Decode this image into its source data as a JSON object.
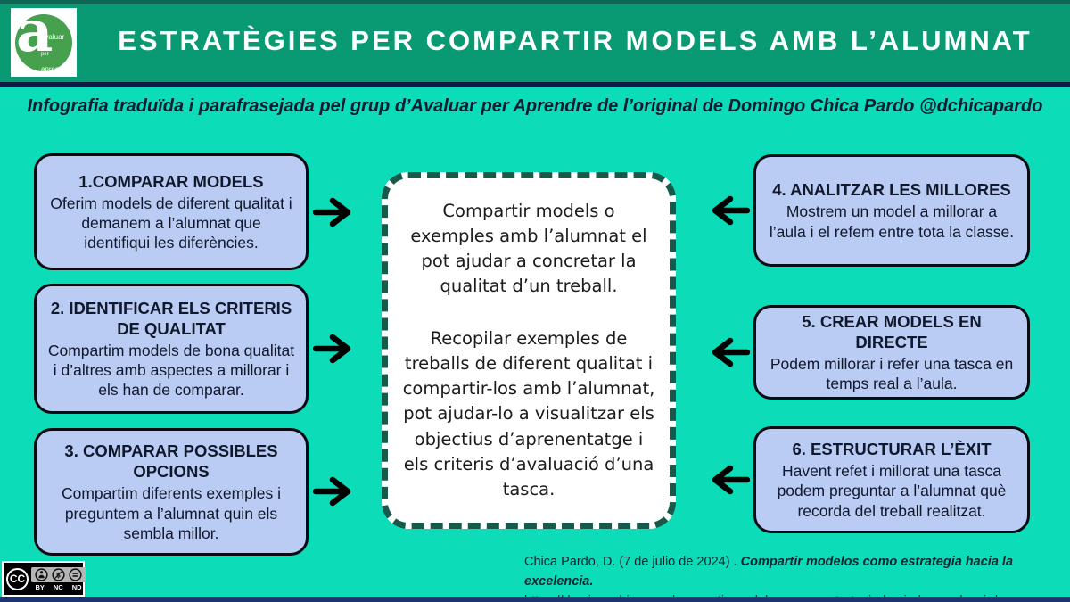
{
  "header": {
    "title": "ESTRATÈGIES PER COMPARTIR MODELS AMB L’ALUMNAT",
    "logo": {
      "letter": "a",
      "line1": "avaluar",
      "line2": "per",
      "line3": "aprendre"
    }
  },
  "subtitle": "Infografia traduïda i parafrasejada pel grup d’Avaluar per Aprendre de l’original de Domingo Chica Pardo @dchicapardo",
  "left_boxes": [
    {
      "title": "1.COMPARAR MODELS",
      "body": "Oferim models de diferent qualitat i demanem a l’alumnat que identifiqui les diferències."
    },
    {
      "title": "2. IDENTIFICAR ELS CRITERIS DE QUALITAT",
      "body": "Compartim models de bona qualitat i d’altres amb aspectes a millorar i els han de comparar."
    },
    {
      "title": "3. COMPARAR POSSIBLES OPCIONS",
      "body": "Compartim diferents exemples i preguntem a l’alumnat quin els sembla millor."
    }
  ],
  "center_box": {
    "paragraph1": "Compartir models o exemples amb l’alumnat el pot ajudar a concretar la qualitat d’un treball.",
    "paragraph2": "Recopilar exemples de treballs de diferent qualitat i compartir-los amb l’alumnat, pot ajudar-lo a visualitzar els objectius d’aprenentatge i els criteris d’avaluació d’una tasca."
  },
  "right_boxes": [
    {
      "title": "4. ANALITZAR LES MILLORES",
      "body": "Mostrem un model a millorar a l’aula i el refem entre tota la classe."
    },
    {
      "title": "5. CREAR MODELS EN DIRECTE",
      "body": "Podem millorar i refer una tasca en temps real a l’aula."
    },
    {
      "title": "6. ESTRUCTURAR L’ÈXIT",
      "body": "Havent refet i millorat una tasca podem preguntar a l’alumnat què recorda del treball realitzat."
    }
  ],
  "footer": {
    "citation_prefix": "Chica Pardo, D. (7 de julio de 2024) . ",
    "citation_title": "Compartir modelos como estrategia hacia la excelencia.",
    "citation_url": "https://domingochica.com/compartir-modelos-como-estrategia-hacia-la-excelencia/",
    "license": {
      "cc": "CC",
      "labels": [
        "BY",
        "NC",
        "ND"
      ]
    }
  },
  "colors": {
    "header_green": "#099a74",
    "background_turquoise": "#0cdcb8",
    "box_blue": "#bacbf4",
    "box_border": "#0b0b14",
    "center_border_green": "#175a4b",
    "separator_navy": "#0e1d43",
    "bottom_bar_navy": "#1c3570",
    "title_white": "#ffffff",
    "logo_green": "#46a04e"
  }
}
